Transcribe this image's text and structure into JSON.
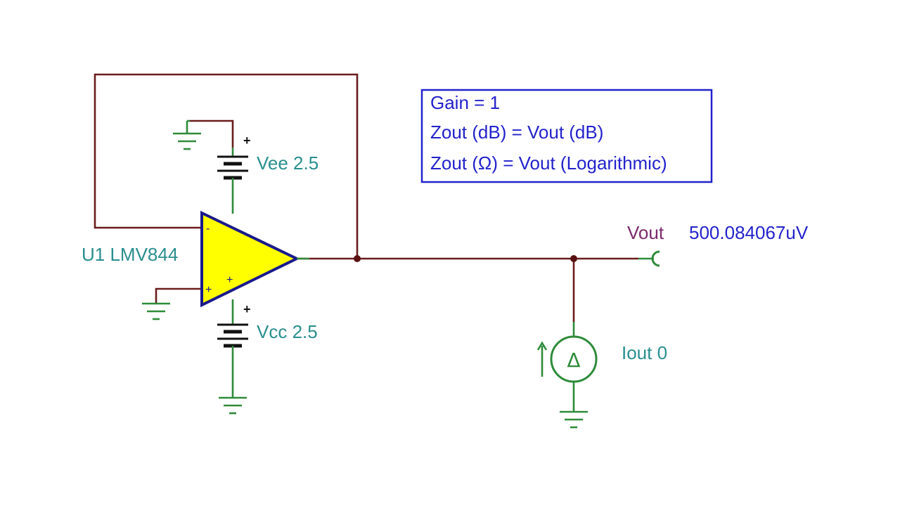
{
  "colors": {
    "wire": "#6b1c1c",
    "component": "#2e8b3a",
    "label": "#2a8e8e",
    "opamp_fill": "#ffff00",
    "opamp_outline": "#1a1a8c",
    "note_text": "#2222cc",
    "probe_label": "#7a2a6a"
  },
  "components": {
    "opamp": {
      "label": "U1 LMV844",
      "minus": "-",
      "plus": "+",
      "plus_inner": "+"
    },
    "vee": {
      "label": "Vee 2.5",
      "polarity": "+"
    },
    "vcc": {
      "label": "Vcc 2.5",
      "polarity": "+"
    },
    "iout": {
      "label": "Iout 0",
      "symbol": "Δ"
    }
  },
  "probe": {
    "name": "Vout",
    "value": "500.084067uV"
  },
  "note": {
    "lines": [
      "Gain = 1",
      "Zout (dB) = Vout (dB)",
      "Zout (Ω) = Vout (Logarithmic)"
    ]
  }
}
